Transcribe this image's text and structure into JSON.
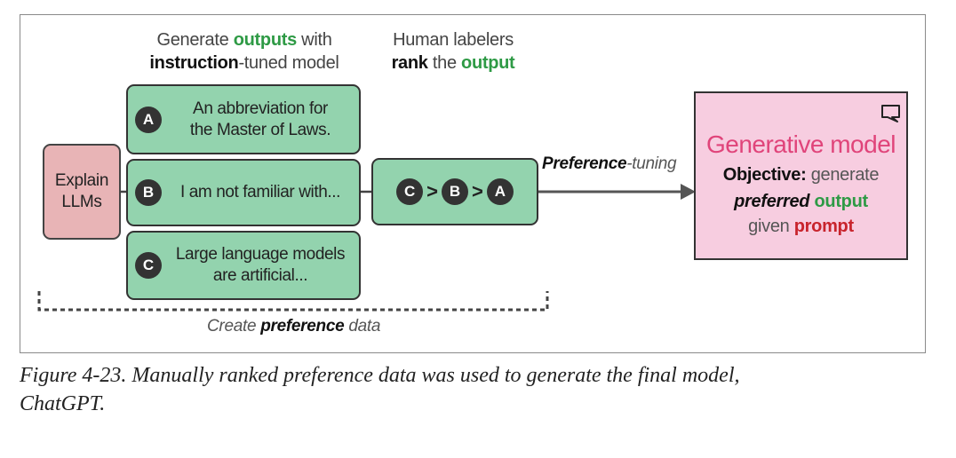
{
  "headers": {
    "generate": {
      "w1": "Generate ",
      "w2": "outputs",
      "w3": " with",
      "w4": "instruction",
      "w5": "-tuned model"
    },
    "rank": {
      "w1": "Human labelers",
      "w2": "rank",
      "w3": " the ",
      "w4": "output"
    }
  },
  "prompt": {
    "line1": "Explain",
    "line2": "LLMs"
  },
  "outputs": [
    {
      "badge": "A",
      "line1": "An abbreviation for",
      "line2": "the Master of Laws."
    },
    {
      "badge": "B",
      "line1": "I am not familiar with...",
      "line2": ""
    },
    {
      "badge": "C",
      "line1": "Large language models",
      "line2": "are artificial..."
    }
  ],
  "ranking": {
    "first": "C",
    "second": "B",
    "third": "A",
    "separator": ">"
  },
  "arrow_label": {
    "bold": "Preference",
    "rest": "-tuning"
  },
  "model": {
    "title": "Generative model",
    "objective_label": "Objective:",
    "objective_text": " generate",
    "preferred": "preferred",
    "output": " output",
    "given": "given ",
    "prompt": "prompt"
  },
  "bracket_label": {
    "pre": "Create ",
    "bold": "preference",
    "post": " data"
  },
  "caption": {
    "line1": "Figure 4-23. Manually ranked preference data was used to generate the final model,",
    "line2": "ChatGPT."
  },
  "colors": {
    "green": "#2e9a45",
    "pink_title": "#e0447a",
    "red": "#c8232c",
    "output_box": "#93d3ae",
    "prompt_box": "#e8b4b6",
    "model_box": "#f7cde0"
  },
  "icons": {
    "model_corner": "speech-bubble-icon"
  }
}
